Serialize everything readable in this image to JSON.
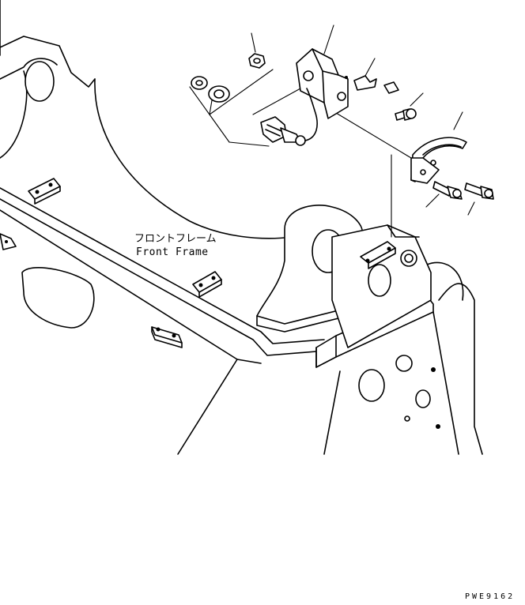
{
  "labels": {
    "front_frame_jp": "フロントフレーム",
    "front_frame_en": "Front Frame"
  },
  "drawing_code": "PWE9162"
}
